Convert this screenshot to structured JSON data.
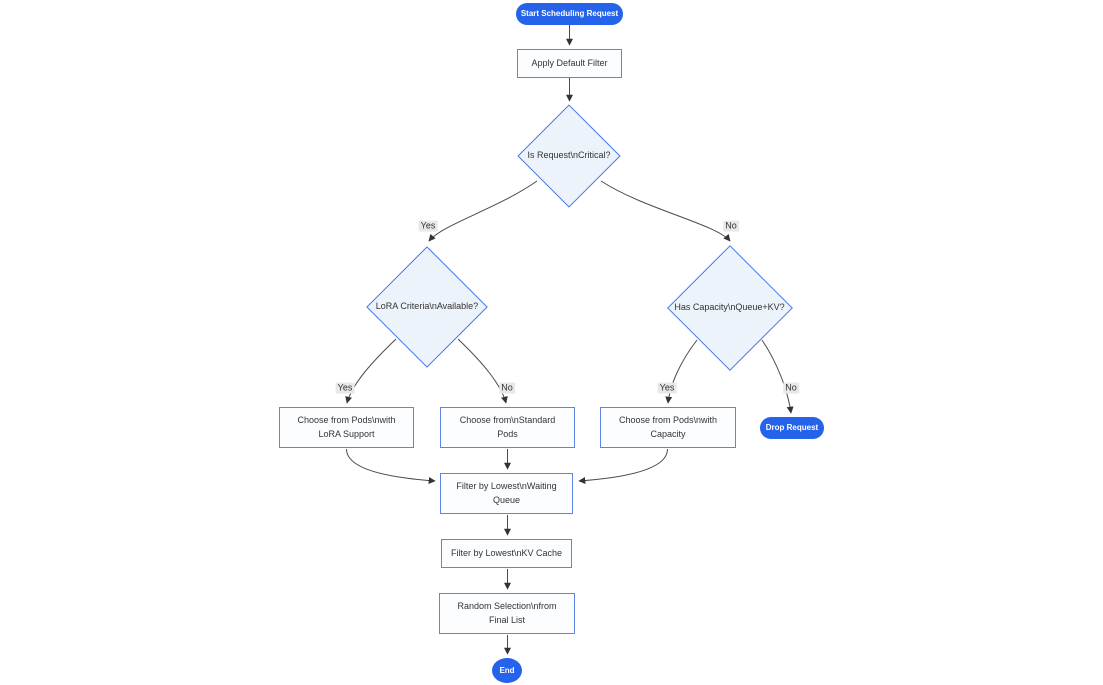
{
  "diagram": {
    "type": "flowchart",
    "direction": "top-down",
    "colors": {
      "pill_fill": "#2563eb",
      "pill_text": "#ffffff",
      "rect_fill": "#fcfdff",
      "rect_border": "#5c86e6",
      "diamond_fill": "#ecf3fb",
      "diamond_border": "#4478e2",
      "edge_line": "#4b4b4b",
      "arrowhead": "#333333",
      "node_text": "#333333",
      "edge_label_text": "#333333",
      "edge_label_bg": "#e8e8e8",
      "canvas_bg": "#ffffff"
    },
    "nodes": {
      "start": {
        "type": "stadium",
        "lines": [
          "Start Scheduling Request"
        ]
      },
      "apply_default_filter": {
        "type": "rect",
        "lines": [
          "Apply Default Filter"
        ]
      },
      "is_request_critical": {
        "type": "diamond",
        "lines": [
          "Is Request\\nCritical?"
        ]
      },
      "lora_criteria_available": {
        "type": "diamond",
        "lines": [
          "LoRA Criteria\\nAvailable?"
        ]
      },
      "has_capacity_queue_kv": {
        "type": "diamond",
        "lines": [
          "Has Capacity\\nQueue+KV?"
        ]
      },
      "choose_pods_lora": {
        "type": "rect",
        "lines": [
          "Choose from Pods\\nwith",
          "LoRA Support"
        ]
      },
      "choose_standard_pods": {
        "type": "rect",
        "lines": [
          "Choose from\\nStandard",
          "Pods"
        ]
      },
      "choose_pods_capacity": {
        "type": "rect",
        "lines": [
          "Choose from Pods\\nwith",
          "Capacity"
        ]
      },
      "drop_request": {
        "type": "stadium",
        "lines": [
          "Drop Request"
        ]
      },
      "filter_waiting_queue": {
        "type": "rect",
        "lines": [
          "Filter by Lowest\\nWaiting",
          "Queue"
        ]
      },
      "filter_kv_cache": {
        "type": "rect",
        "lines": [
          "Filter by Lowest\\nKV Cache"
        ]
      },
      "random_selection": {
        "type": "rect",
        "lines": [
          "Random Selection\\nfrom",
          "Final List"
        ]
      },
      "end": {
        "type": "circle",
        "lines": [
          "End"
        ]
      }
    },
    "edges": [
      {
        "from": "start",
        "to": "apply_default_filter",
        "label": ""
      },
      {
        "from": "apply_default_filter",
        "to": "is_request_critical",
        "label": ""
      },
      {
        "from": "is_request_critical",
        "to": "lora_criteria_available",
        "label": "Yes"
      },
      {
        "from": "is_request_critical",
        "to": "has_capacity_queue_kv",
        "label": "No"
      },
      {
        "from": "lora_criteria_available",
        "to": "choose_pods_lora",
        "label": "Yes"
      },
      {
        "from": "lora_criteria_available",
        "to": "choose_standard_pods",
        "label": "No"
      },
      {
        "from": "has_capacity_queue_kv",
        "to": "choose_pods_capacity",
        "label": "Yes"
      },
      {
        "from": "has_capacity_queue_kv",
        "to": "drop_request",
        "label": "No"
      },
      {
        "from": "choose_pods_lora",
        "to": "filter_waiting_queue",
        "label": ""
      },
      {
        "from": "choose_standard_pods",
        "to": "filter_waiting_queue",
        "label": ""
      },
      {
        "from": "choose_pods_capacity",
        "to": "filter_waiting_queue",
        "label": ""
      },
      {
        "from": "filter_waiting_queue",
        "to": "filter_kv_cache",
        "label": ""
      },
      {
        "from": "filter_kv_cache",
        "to": "random_selection",
        "label": ""
      },
      {
        "from": "random_selection",
        "to": "end",
        "label": ""
      }
    ]
  }
}
